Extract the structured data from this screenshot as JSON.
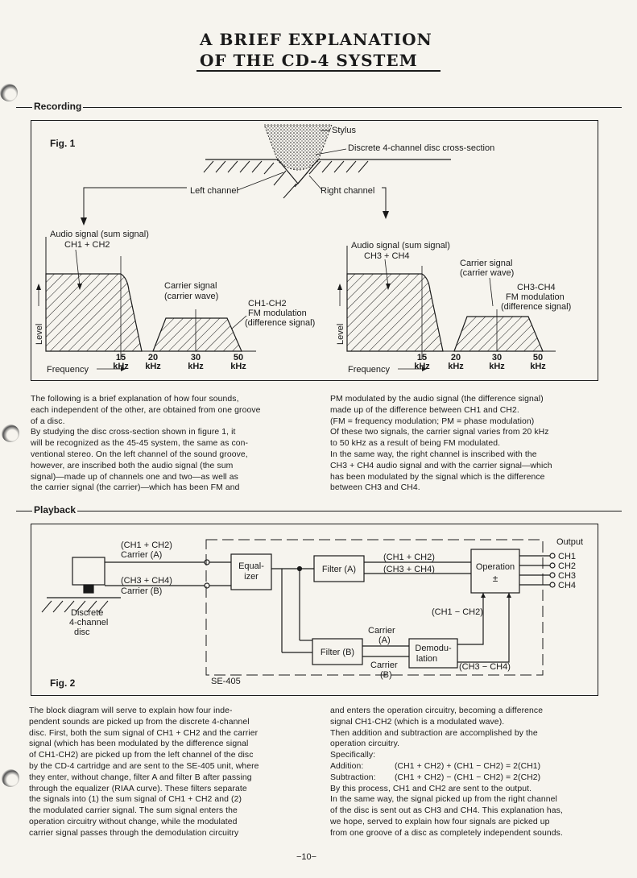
{
  "title": {
    "line1": "A BRIEF EXPLANATION",
    "line2": "OF THE CD-4 SYSTEM"
  },
  "recording": {
    "heading": "Recording",
    "fig_label": "Fig. 1",
    "stylus": "Stylus",
    "disc_cross_section": "Discrete 4-channel disc cross-section",
    "left_channel": "Left channel",
    "right_channel": "Right channel",
    "left": {
      "audio_l1": "Audio signal (sum signal)",
      "audio_l2": "CH1 + CH2",
      "carrier_l1": "Carrier signal",
      "carrier_l2": "(carrier wave)",
      "diff_l1": "CH1-CH2",
      "diff_l2": "FM modulation",
      "diff_l3": "(difference signal)"
    },
    "right": {
      "audio_l1": "Audio signal (sum signal)",
      "audio_l2": "CH3 + CH4",
      "carrier_l1": "Carrier signal",
      "carrier_l2": "(carrier wave)",
      "diff_l1": "CH3-CH4",
      "diff_l2": "FM modulation",
      "diff_l3": "(difference signal)"
    },
    "level": "Level",
    "frequency": "Frequency",
    "ticks": [
      "15",
      "20",
      "30",
      "50"
    ],
    "khz": "kHz",
    "text_left": [
      "The following is a brief explanation of how four sounds,",
      "each independent of the other, are obtained from one groove",
      "of a disc.",
      "By studying the disc cross-section shown in figure  1, it",
      "will be recognized as the 45-45 system, the same as con-",
      "ventional stereo. On the left channel of the sound groove,",
      "however, are inscribed both the audio signal (the sum",
      "signal)—made up of channels one and two—as well as",
      "the carrier signal (the carrier)—which has been FM and"
    ],
    "text_right": [
      "PM modulated by the audio signal (the difference signal)",
      "made up of the difference between CH1 and CH2.",
      "(FM = frequency modulation; PM = phase modulation)",
      "Of these two signals, the carrier signal varies from 20 kHz",
      "to 50 kHz as a result of being FM modulated.",
      "In the same way, the right channel is inscribed with the",
      "CH3 + CH4 audio signal and with the carrier signal—which",
      "has been modulated by the signal which is the difference",
      "between CH3 and CH4."
    ]
  },
  "playback": {
    "heading": "Playback",
    "fig_label": "Fig. 2",
    "ch12": "(CH1 + CH2)",
    "carrier_a": "Carrier (A)",
    "ch34": "(CH3 + CH4)",
    "carrier_b": "Carrier (B)",
    "disc_l1": "Discrete",
    "disc_l2": "4-channel",
    "disc_l3": "disc",
    "equalizer_l1": "Equal-",
    "equalizer_l2": "izer",
    "filter_a": "Filter (A)",
    "filter_b": "Filter (B)",
    "out_ch12": "(CH1 + CH2)",
    "out_ch34": "(CH3 + CH4)",
    "operation": "Operation",
    "plusminus": "±",
    "output": "Output",
    "outputs": [
      "CH1",
      "CH2",
      "CH3",
      "CH4"
    ],
    "diff12": "(CH1 − CH2)",
    "carrier_word": "Carrier",
    "a_paren": "(A)",
    "b_paren": "(B)",
    "demod_l1": "Demodu-",
    "demod_l2": "lation",
    "diff34": "(CH3 − CH4)",
    "se405": "SE-405",
    "text_left": [
      "The block diagram will serve to explain how four inde-",
      "pendent sounds are picked up from the discrete 4-channel",
      "disc. First, both the sum signal of CH1 + CH2 and the carrier",
      "signal (which has been modulated by the difference signal",
      "of CH1-CH2) are picked up from the left channel of the disc",
      "by the CD-4 cartridge and are sent to the SE-405 unit, where",
      "they enter, without change, filter A and filter B after passing",
      "through the equalizer (RIAA curve). These filters separate",
      "the signals into (1) the sum signal of  CH1 + CH2 and (2)",
      "the modulated carrier signal. The sum signal enters the",
      "operation circuitry without change, while the modulated",
      "carrier signal passes through the demodulation circuitry"
    ],
    "text_right_a": [
      "and enters the operation circuitry, becoming a difference",
      "signal CH1-CH2 (which is a modulated wave).",
      "Then addition and subtraction are accomplished by the",
      "operation circuitry.",
      "Specifically:"
    ],
    "addition_label": "Addition:",
    "addition_eq": "(CH1 + CH2) + (CH1 − CH2) = 2(CH1)",
    "subtraction_label": "Subtraction:",
    "subtraction_eq": "(CH1 + CH2) − (CH1 − CH2) = 2(CH2)",
    "text_right_b": [
      "By this process, CH1 and CH2 are sent to the output.",
      "In the same way, the signal picked up from the right channel",
      "of the disc is sent out as CH3 and CH4. This explanation has,",
      "we hope, served to explain how four signals are picked up",
      "from one groove of a disc as completely independent sounds."
    ]
  },
  "page_number": "−10−"
}
